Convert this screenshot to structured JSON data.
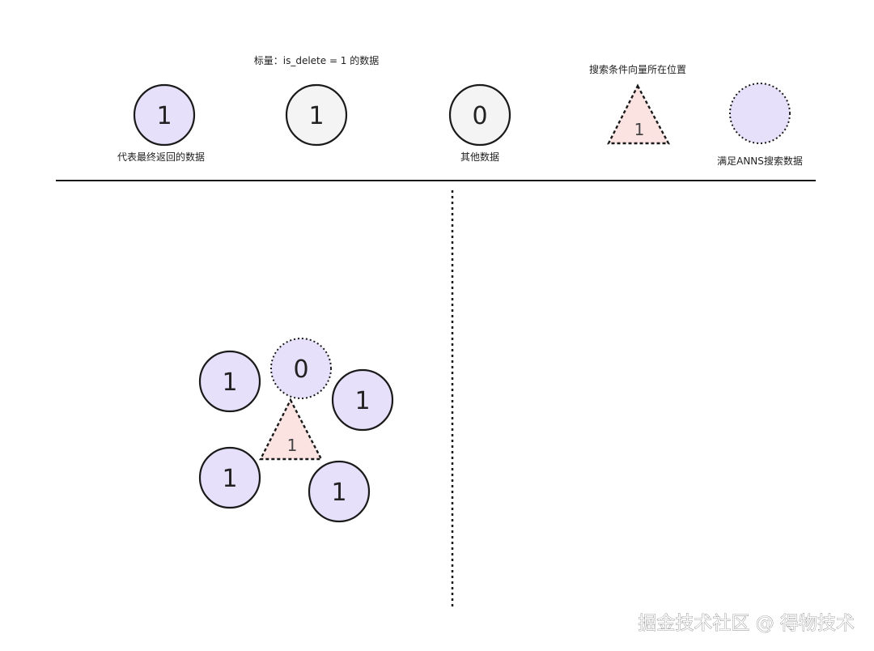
{
  "colors": {
    "returned_fill": "#e6e0fa",
    "scalar_fill": "#f4f4f4",
    "ann_fill": "#e6e0fa",
    "query_fill": "#fbe3e2",
    "stroke": "#1a1a1a"
  },
  "legend": {
    "returned": {
      "value": "1",
      "label": "代表最终返回的数据"
    },
    "scalar": {
      "value": "1",
      "label": "标量：is_delete = 1 的数据"
    },
    "other": {
      "value": "0",
      "label": "其他数据"
    },
    "query": {
      "value": "1",
      "label": "搜索条件向量所在位置"
    },
    "ann": {
      "label": "满足ANNS搜索数据"
    }
  },
  "plot": {
    "query": {
      "value": "1"
    },
    "nodes": [
      {
        "value": "0",
        "kind": "ann"
      },
      {
        "value": "1",
        "kind": "returned"
      },
      {
        "value": "1",
        "kind": "returned"
      },
      {
        "value": "1",
        "kind": "returned"
      },
      {
        "value": "1",
        "kind": "returned"
      }
    ]
  },
  "watermark": "掘金技术社区 @ 得物技术"
}
